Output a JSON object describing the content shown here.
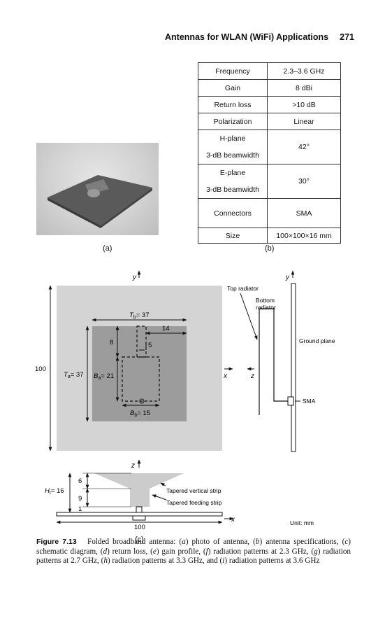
{
  "header": {
    "title": "Antennas for WLAN (WiFi) Applications",
    "page_number": "271"
  },
  "panel_a": {
    "label": "(a)"
  },
  "panel_b": {
    "label": "(b)",
    "rows": [
      {
        "param": "Frequency",
        "value": "2.3–3.6 GHz"
      },
      {
        "param": "Gain",
        "value": "8 dBi"
      },
      {
        "param": "Return loss",
        "value": ">10 dB"
      },
      {
        "param": "Polarization",
        "value": "Linear"
      },
      {
        "param": "H-plane",
        "param2": "3-dB beamwidth",
        "value": "42°"
      },
      {
        "param": "E-plane",
        "param2": "3-dB beamwidth",
        "value": "30°"
      },
      {
        "param": "Connectors",
        "value": "SMA"
      },
      {
        "param": "Size",
        "value": "100×100×16 mm"
      }
    ]
  },
  "panel_c": {
    "label": "(c)",
    "y_axis": "y",
    "x_axis": "x",
    "z_axis": "z",
    "dim_100": "100",
    "Tb_sub": "b",
    "Tb_val": "= 37",
    "Ta_sub": "a",
    "Ta_val": "= 37",
    "Ba_sub": "a",
    "Ba_val": "= 21",
    "Bb_sub": "b",
    "Bb_val": "= 15",
    "T": "T",
    "B": "B",
    "H": "H",
    "Ht_sub": "t",
    "Ht_val": "= 16",
    "dim_8": "8",
    "dim_14": "14",
    "dim_5": "5",
    "dim_6": "6",
    "dim_9": "9",
    "dim_1": "1",
    "top_radiator": "Top radiator",
    "bottom_radiator_1": "Bottom",
    "bottom_radiator_2": "radiator",
    "ground_plane": "Ground plane",
    "sma": "SMA",
    "tapered_vertical": "Tapered vertical strip",
    "tapered_feeding": "Tapered feeding strip",
    "unit": "Unit: mm"
  },
  "caption": {
    "label": "Figure 7.13",
    "t1": "Folded broadband antenna: (",
    "a": "a",
    "t2": ") photo of antenna, (",
    "b": "b",
    "t3": ") antenna specifications, (",
    "c": "c",
    "t4": ") schematic diagram, (",
    "d": "d",
    "t5": ") return loss, (",
    "e": "e",
    "t6": ") gain profile, (",
    "f": "f",
    "t7": ") radiation patterns at 2.3 GHz, (",
    "g": "g",
    "t8": ") radiation patterns at 2.7 GHz, (",
    "h": "h",
    "t9": ") radiation patterns at 3.3 GHz, and (",
    "i": "i",
    "t10": ") radiation patterns at 3.6 GHz"
  }
}
